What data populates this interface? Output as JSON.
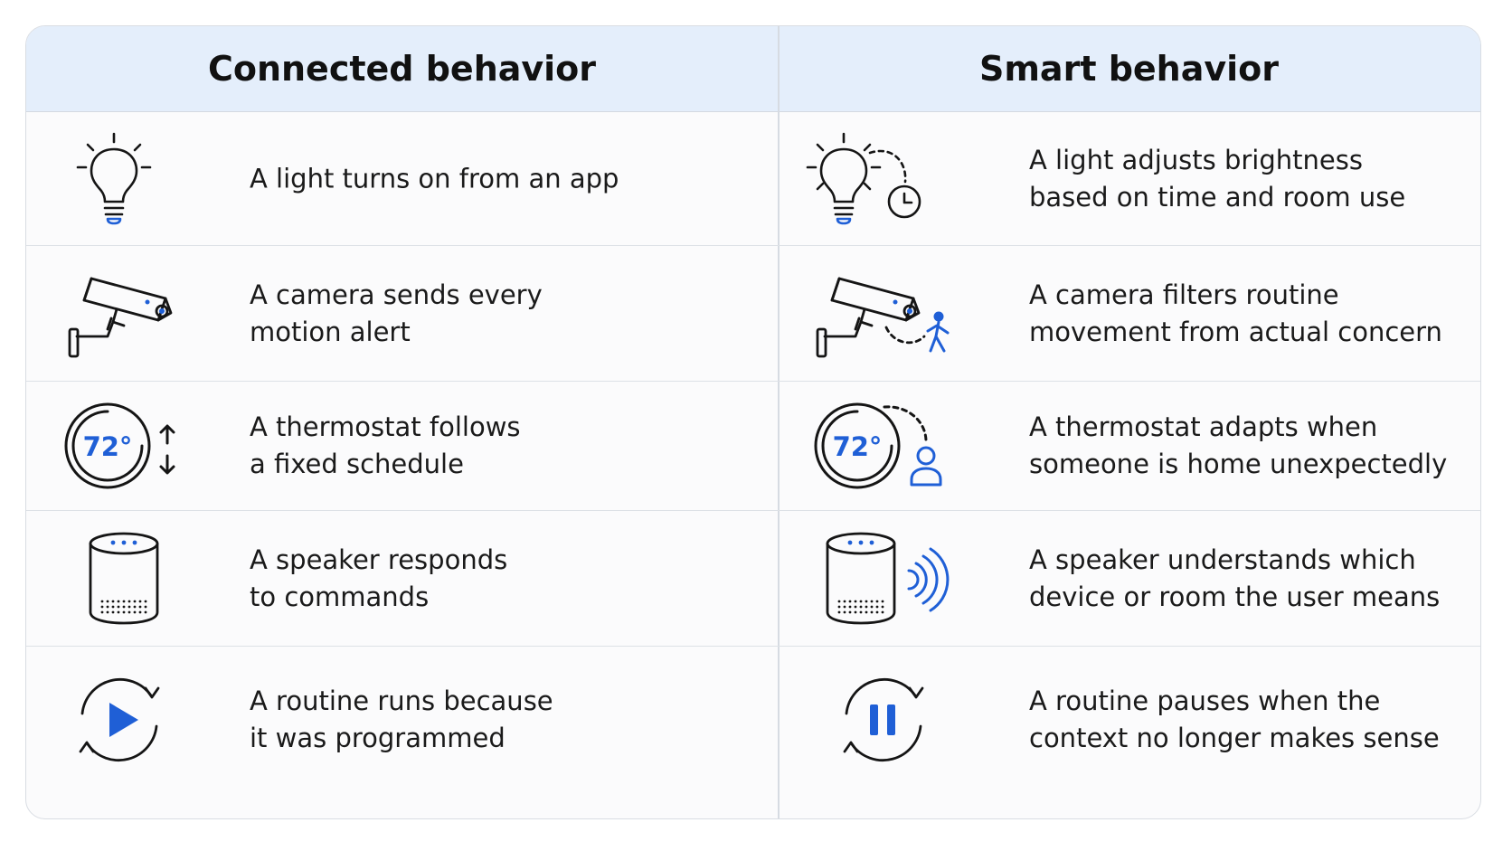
{
  "header": {
    "left_title": "Connected behavior",
    "right_title": "Smart behavior"
  },
  "colors": {
    "header_bg": "#e4eefb",
    "accent_blue": "#1f5fd6",
    "icon_stroke": "#151515",
    "border": "#d9dde3"
  },
  "rows": [
    {
      "connected": {
        "icon": "lightbulb-icon",
        "lines": [
          "A light turns on from an app",
          ""
        ]
      },
      "smart": {
        "icon": "lightbulb-clock-icon",
        "lines": [
          "A light adjusts brightness",
          "based on time and room use"
        ]
      }
    },
    {
      "connected": {
        "icon": "security-camera-icon",
        "lines": [
          "A camera sends every",
          "motion alert"
        ]
      },
      "smart": {
        "icon": "security-camera-person-icon",
        "lines": [
          "A camera filters routine",
          "movement from actual concern"
        ]
      }
    },
    {
      "connected": {
        "icon": "thermostat-arrows-icon",
        "value": "72°",
        "lines": [
          "A thermostat follows",
          "a fixed schedule"
        ]
      },
      "smart": {
        "icon": "thermostat-person-icon",
        "value": "72°",
        "lines": [
          "A thermostat adapts when",
          "someone is home unexpectedly"
        ]
      }
    },
    {
      "connected": {
        "icon": "smart-speaker-icon",
        "lines": [
          "A speaker responds",
          "to commands"
        ]
      },
      "smart": {
        "icon": "smart-speaker-waves-icon",
        "lines": [
          "A speaker understands which",
          "device or room the user means"
        ]
      }
    },
    {
      "connected": {
        "icon": "routine-play-icon",
        "lines": [
          "A routine runs because",
          "it was programmed"
        ]
      },
      "smart": {
        "icon": "routine-pause-icon",
        "lines": [
          "A routine pauses when the",
          "context no longer makes sense"
        ]
      }
    }
  ]
}
